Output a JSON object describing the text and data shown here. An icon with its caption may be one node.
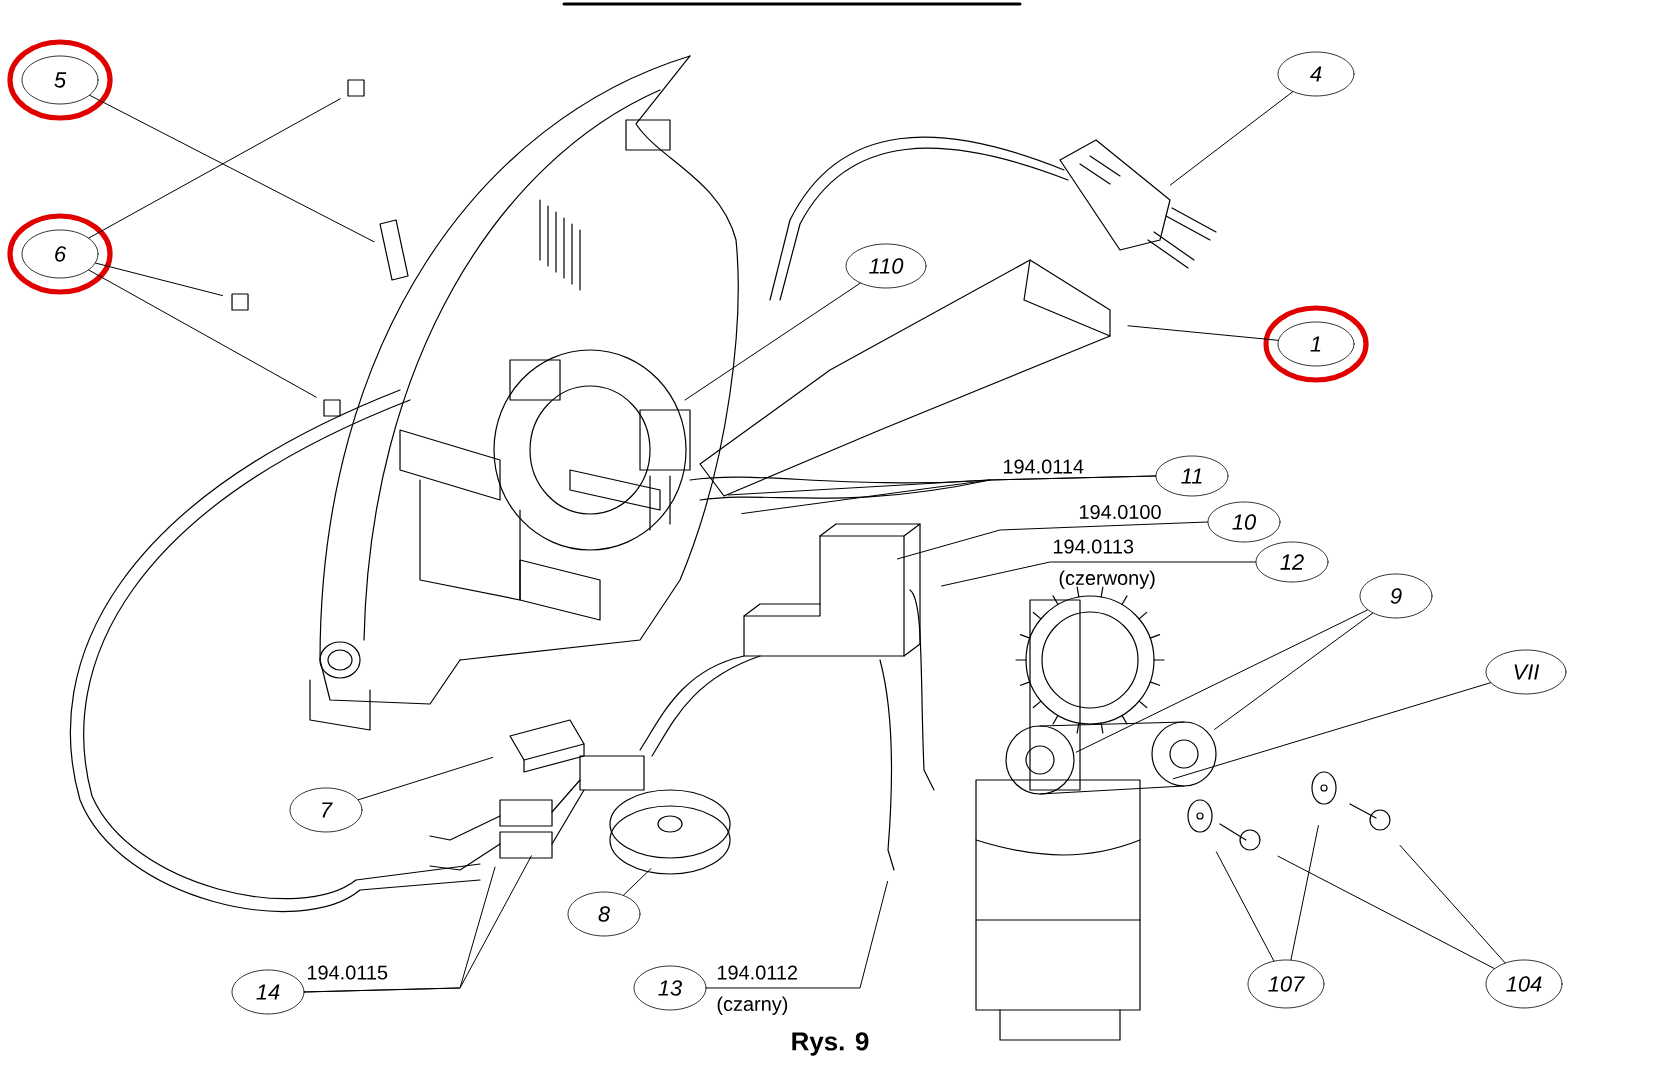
{
  "diagram": {
    "nodes": [
      {
        "text": [
          "5"
        ]
      },
      {
        "text": [
          "4"
        ]
      },
      {
        "text": [
          "6"
        ]
      },
      {
        "text": [
          "110"
        ]
      },
      {
        "text": [
          "1"
        ]
      },
      {
        "text": [
          "11"
        ],
        "beside": [
          "194.0114"
        ]
      },
      {
        "text": [
          "10"
        ]
      },
      {
        "text": [
          "12"
        ],
        "beside": [
          "194.0113",
          "(czerwony)"
        ]
      },
      {
        "text": [
          "9"
        ]
      },
      {
        "text": [
          "VII"
        ]
      },
      {
        "text": [
          "7"
        ]
      },
      {
        "text": [
          "8"
        ]
      },
      {
        "text": [
          "107"
        ]
      },
      {
        "text": [
          "104"
        ]
      },
      {
        "text": [
          "14"
        ],
        "beside": [
          "194.0115"
        ]
      },
      {
        "text": [
          "13"
        ],
        "beside": [
          "194.0112",
          "(czarny)"
        ]
      }
    ],
    "edges": [
      {
        "from": 0,
        "to": null,
        "arrow": "none"
      },
      {
        "from": 2,
        "to": null,
        "arrow": "none"
      },
      {
        "from": 2,
        "to": null,
        "arrow": "none"
      },
      {
        "from": 2,
        "to": null,
        "arrow": "none"
      },
      {
        "from": 1,
        "to": null,
        "arrow": "none"
      },
      {
        "from": 4,
        "to": null,
        "arrow": "none"
      },
      {
        "from": 3,
        "to": null,
        "arrow": "none"
      },
      {
        "from": 5,
        "to": null,
        "arrow": "none"
      },
      {
        "from": 5,
        "to": null,
        "arrow": "none"
      },
      {
        "from": 6,
        "to": null,
        "arrow": "none",
        "label": "194.0100"
      },
      {
        "from": 7,
        "to": null,
        "arrow": "none"
      },
      {
        "from": 8,
        "to": null,
        "arrow": "none"
      },
      {
        "from": 8,
        "to": null,
        "arrow": "none"
      },
      {
        "from": 9,
        "to": null,
        "arrow": "none"
      },
      {
        "from": 12,
        "to": null,
        "arrow": "none"
      },
      {
        "from": 12,
        "to": null,
        "arrow": "none"
      },
      {
        "from": 13,
        "to": null,
        "arrow": "none"
      },
      {
        "from": 13,
        "to": null,
        "arrow": "none"
      },
      {
        "from": 10,
        "to": null,
        "arrow": "none"
      },
      {
        "from": 11,
        "to": null,
        "arrow": "none"
      },
      {
        "from": 14,
        "to": null,
        "arrow": "none"
      },
      {
        "from": 14,
        "to": null,
        "arrow": "none"
      },
      {
        "from": 15,
        "to": null,
        "arrow": "none"
      }
    ],
    "labels": [
      "Rys. 9"
    ]
  }
}
